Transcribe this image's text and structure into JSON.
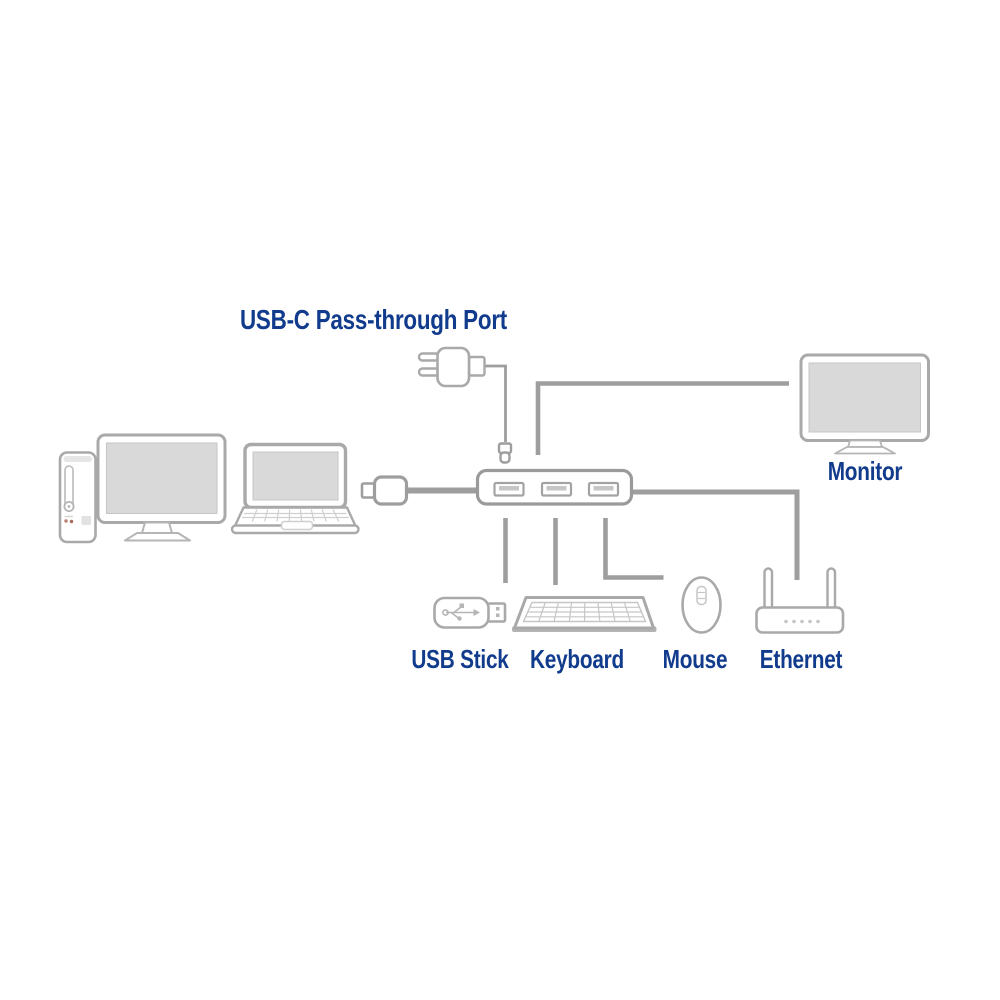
{
  "diagram": {
    "title": "USB-C Pass-through Port",
    "labels": {
      "monitor": "Monitor",
      "usb_stick": "USB Stick",
      "keyboard": "Keyboard",
      "mouse": "Mouse",
      "ethernet": "Ethernet"
    },
    "nodes": [
      "desktop-pc",
      "laptop",
      "usb-c-hub",
      "power-adapter",
      "monitor",
      "usb-stick",
      "keyboard",
      "mouse",
      "ethernet-router"
    ],
    "connections": [
      "power-adapter → usb-c-hub (pass-through port)",
      "usb-c-hub → laptop (usb-c cable)",
      "usb-c-hub → monitor",
      "usb-c-hub → usb-stick",
      "usb-c-hub → keyboard",
      "usb-c-hub → mouse",
      "usb-c-hub → ethernet-router"
    ],
    "colors": {
      "background": "#ffffff",
      "cable_gray": "#9e9e9e",
      "device_outline": "#a9a9a9",
      "detail_gray": "#c6c6c6",
      "screen_fill": "#d9d9d9",
      "label_blue": "#113b8c"
    }
  }
}
